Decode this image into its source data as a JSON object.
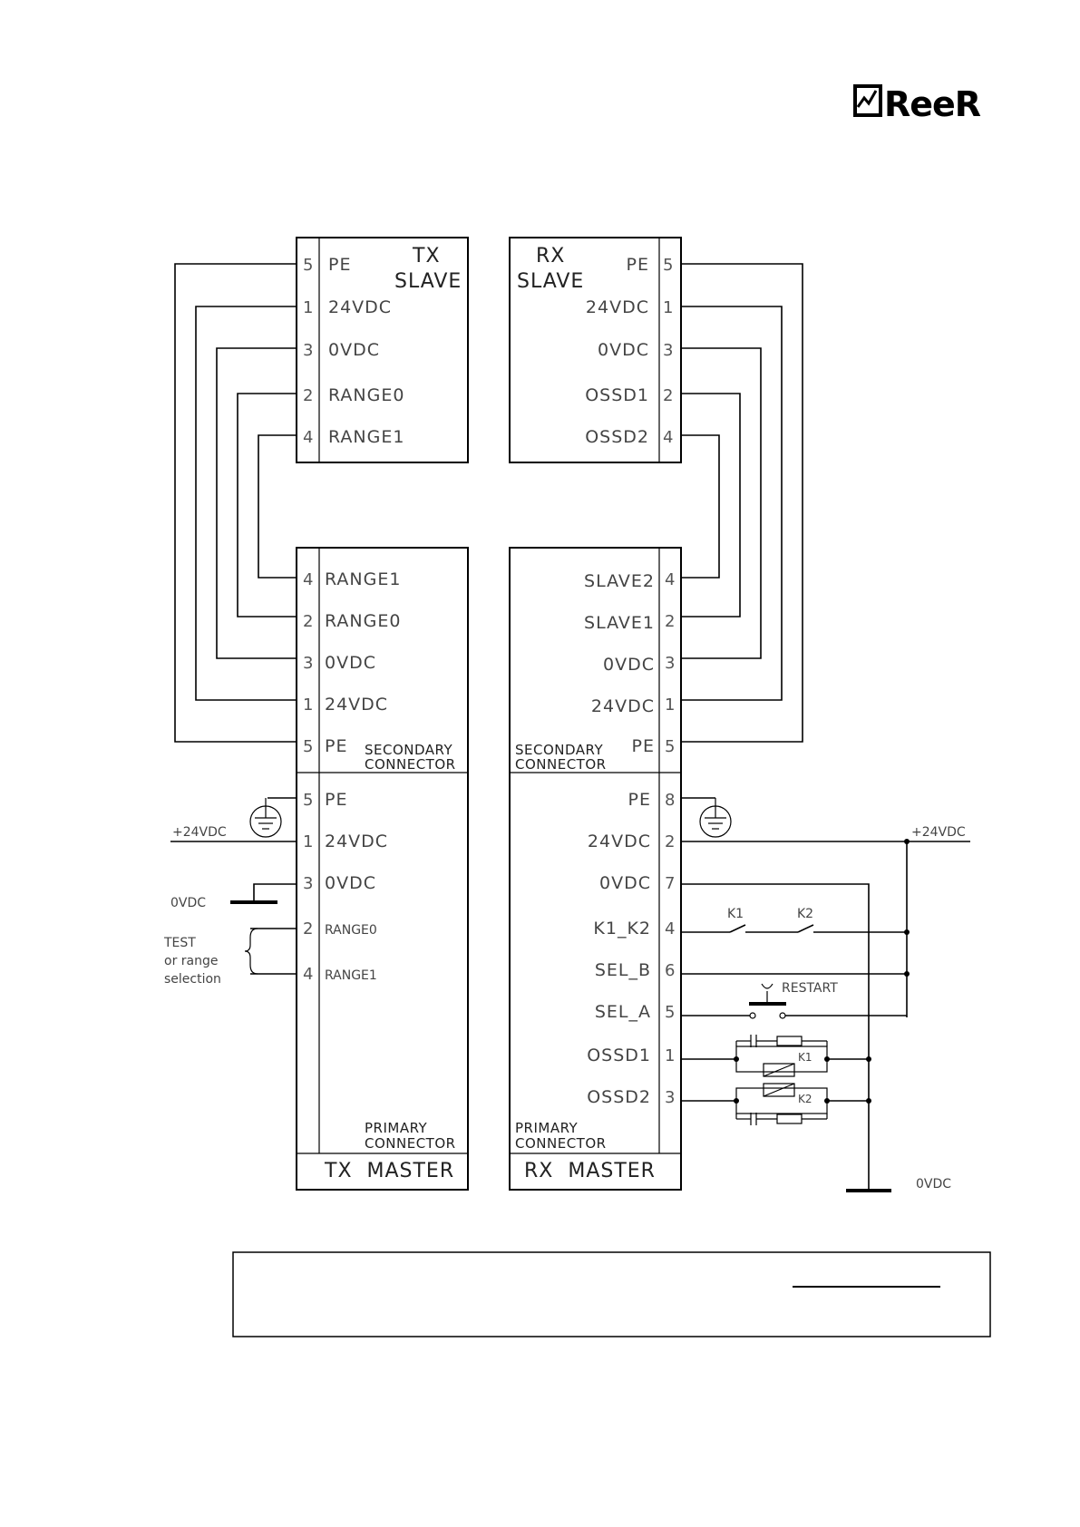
{
  "brand": {
    "name": "ReeR"
  },
  "tx_slave": {
    "title1": "TX",
    "title2": "SLAVE",
    "pins": [
      {
        "num": "5",
        "label": "PE"
      },
      {
        "num": "1",
        "label": "24VDC"
      },
      {
        "num": "3",
        "label": "0VDC"
      },
      {
        "num": "2",
        "label": "RANGE0"
      },
      {
        "num": "4",
        "label": "RANGE1"
      }
    ]
  },
  "rx_slave": {
    "title1": "RX",
    "title2": "SLAVE",
    "pins": [
      {
        "num": "5",
        "label": "PE"
      },
      {
        "num": "1",
        "label": "24VDC"
      },
      {
        "num": "3",
        "label": "0VDC"
      },
      {
        "num": "2",
        "label": "OSSD1"
      },
      {
        "num": "4",
        "label": "OSSD2"
      }
    ]
  },
  "tx_secondary": {
    "caption1": "SECONDARY",
    "caption2": "CONNECTOR",
    "pins": [
      {
        "num": "4",
        "label": "RANGE1"
      },
      {
        "num": "2",
        "label": "RANGE0"
      },
      {
        "num": "3",
        "label": "0VDC"
      },
      {
        "num": "1",
        "label": "24VDC"
      },
      {
        "num": "5",
        "label": "PE"
      }
    ]
  },
  "rx_secondary": {
    "caption1": "SECONDARY",
    "caption2": "CONNECTOR",
    "pins": [
      {
        "num": "4",
        "label": "SLAVE2"
      },
      {
        "num": "2",
        "label": "SLAVE1"
      },
      {
        "num": "3",
        "label": "0VDC"
      },
      {
        "num": "1",
        "label": "24VDC"
      },
      {
        "num": "5",
        "label": "PE"
      }
    ]
  },
  "tx_master": {
    "caption1": "PRIMARY",
    "caption2": "CONNECTOR",
    "title": "TX  MASTER",
    "pins": [
      {
        "num": "5",
        "label": "PE"
      },
      {
        "num": "1",
        "label": "24VDC"
      },
      {
        "num": "3",
        "label": "0VDC"
      },
      {
        "num": "2",
        "label": "RANGE0"
      },
      {
        "num": "4",
        "label": "RANGE1"
      }
    ]
  },
  "rx_master": {
    "caption1": "PRIMARY",
    "caption2": "CONNECTOR",
    "title": "RX  MASTER",
    "pins": [
      {
        "num": "8",
        "label": "PE"
      },
      {
        "num": "2",
        "label": "24VDC"
      },
      {
        "num": "7",
        "label": "0VDC"
      },
      {
        "num": "4",
        "label": "K1_K2"
      },
      {
        "num": "6",
        "label": "SEL_B"
      },
      {
        "num": "5",
        "label": "SEL_A"
      },
      {
        "num": "1",
        "label": "OSSD1"
      },
      {
        "num": "3",
        "label": "OSSD2"
      }
    ]
  },
  "external": {
    "left_24v": "+24VDC",
    "left_0v": "0VDC",
    "test1": "TEST",
    "test2": "or range",
    "test3": "selection",
    "right_24v": "+24VDC",
    "right_0v": "0VDC",
    "k1": "K1",
    "k2": "K2",
    "restart": "RESTART",
    "coil_k1": "K1",
    "coil_k2": "K2"
  }
}
